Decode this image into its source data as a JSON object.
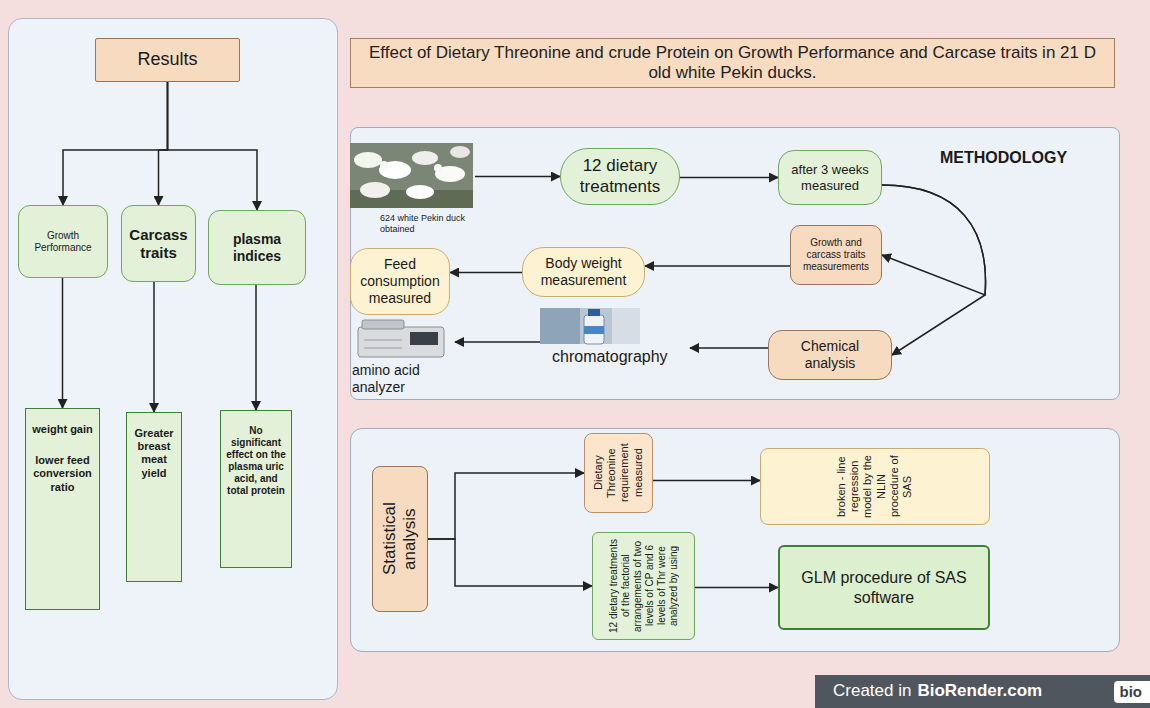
{
  "diagram": {
    "title": "Effect of Dietary Threonine and crude Protein on Growth Performance and Carcase traits in 21 D old white Pekin ducks.",
    "nodes": [
      {
        "text": [
          "Results"
        ]
      },
      {
        "text": [
          "Growth Performance"
        ]
      },
      {
        "text": [
          "Carcass traits"
        ]
      },
      {
        "text": [
          "plasma indices"
        ]
      },
      {
        "text": [
          "weight gain",
          "lower feed conversion ratio"
        ]
      },
      {
        "text": [
          "Greater breast meat yield"
        ]
      },
      {
        "text": [
          "No significant effect on the plasma uric acid, and total protein"
        ]
      },
      {
        "text": [
          "624 white Pekin duck obtained"
        ]
      },
      {
        "text": [
          "12 dietary treatments"
        ]
      },
      {
        "text": [
          "after 3 weeks measured"
        ]
      },
      {
        "text": [
          "Growth and carcass traits measurements"
        ]
      },
      {
        "text": [
          "Body weight measurement"
        ]
      },
      {
        "text": [
          "Feed consumption measured"
        ]
      },
      {
        "text": [
          "amino acid analyzer"
        ]
      },
      {
        "text": [
          "chromatography"
        ]
      },
      {
        "text": [
          "Chemical analysis"
        ]
      },
      {
        "text": [
          "Statistical analysis"
        ]
      },
      {
        "text": [
          "Dietary Threonine requirement measured"
        ]
      },
      {
        "text": [
          "broken - line regression model by the NLIN procedure of SAS"
        ]
      },
      {
        "text": [
          "12 dietary treatments of the factorial arrangements of two levels of CP and 6 levels of Thr were analyzed by using"
        ]
      },
      {
        "text": [
          "GLM procedure of SAS software"
        ]
      }
    ],
    "edges": [
      {
        "from": 0,
        "to": 1,
        "arrow": "to"
      },
      {
        "from": 0,
        "to": 2,
        "arrow": "to"
      },
      {
        "from": 0,
        "to": 3,
        "arrow": "to"
      },
      {
        "from": 1,
        "to": 4,
        "arrow": "to"
      },
      {
        "from": 2,
        "to": 5,
        "arrow": "to"
      },
      {
        "from": 3,
        "to": 6,
        "arrow": "to"
      },
      {
        "from": 7,
        "to": 8,
        "arrow": "to"
      },
      {
        "from": 8,
        "to": 9,
        "arrow": "to"
      },
      {
        "from": 9,
        "to": 10,
        "arrow": "to"
      },
      {
        "from": 9,
        "to": 15,
        "arrow": "to"
      },
      {
        "from": 10,
        "to": 11,
        "arrow": "to"
      },
      {
        "from": 11,
        "to": 12,
        "arrow": "to"
      },
      {
        "from": 15,
        "to": 14,
        "arrow": "to"
      },
      {
        "from": 14,
        "to": 13,
        "arrow": "to"
      },
      {
        "from": 16,
        "to": 17,
        "arrow": "to"
      },
      {
        "from": 16,
        "to": 19,
        "arrow": "to"
      },
      {
        "from": 17,
        "to": 18,
        "arrow": "to"
      },
      {
        "from": 19,
        "to": 20,
        "arrow": "to"
      }
    ],
    "labels": [
      "METHODOLOGY",
      "Created in",
      "BioRender.com",
      "bio"
    ]
  }
}
